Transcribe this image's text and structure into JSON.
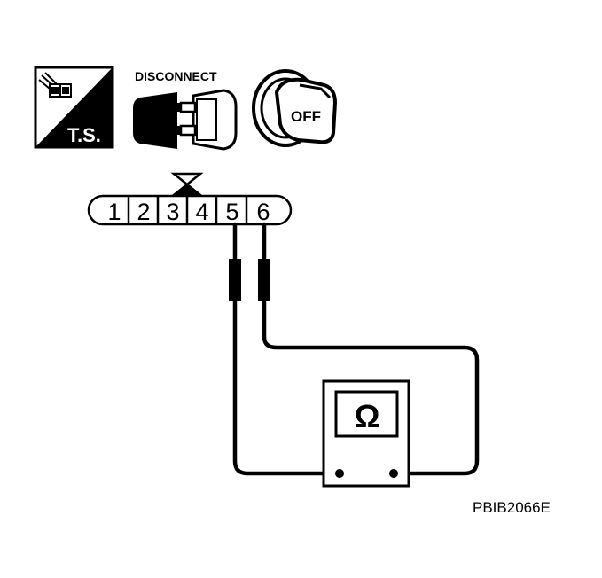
{
  "icons": {
    "ts_label": "T.S.",
    "disconnect_label": "DISCONNECT",
    "key_label": "OFF"
  },
  "connector": {
    "pins": [
      "1",
      "2",
      "3",
      "4",
      "5",
      "6"
    ]
  },
  "meter": {
    "symbol": "Ω"
  },
  "reference_code": "PBIB2066E",
  "colors": {
    "line": "#000000",
    "background": "#ffffff"
  }
}
